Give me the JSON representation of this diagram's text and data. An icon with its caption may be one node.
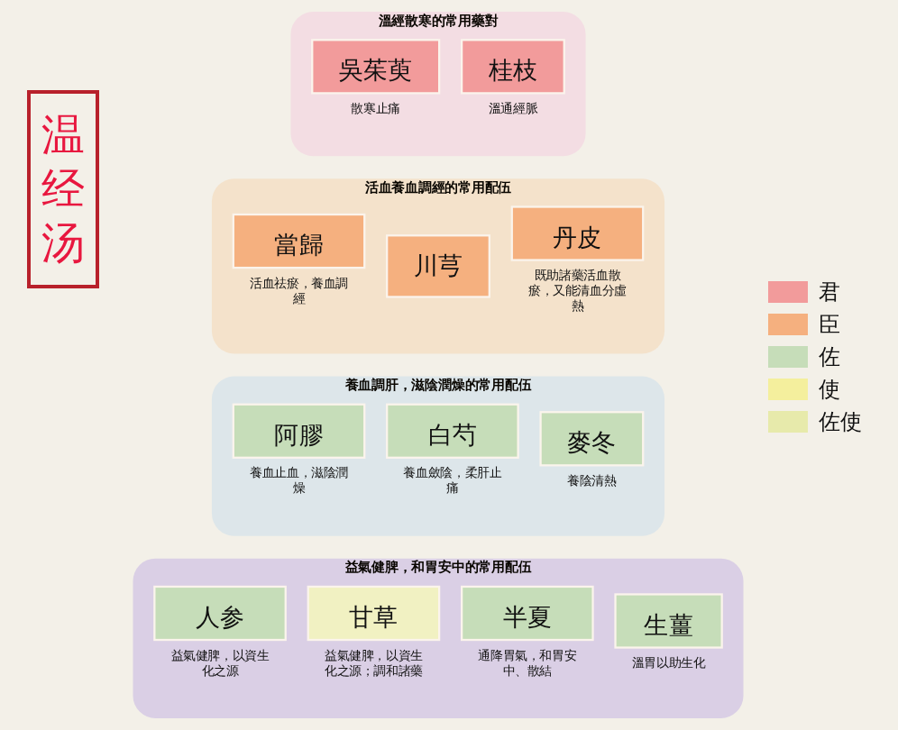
{
  "diagram": {
    "title": "温经汤",
    "nodes": [
      {
        "text": [
          "溫經散寒的常用藥對"
        ]
      },
      {
        "text": [
          "吳茱萸"
        ],
        "in": 0,
        "beside": [
          "散寒止痛"
        ]
      },
      {
        "text": [
          "桂枝"
        ],
        "in": 0,
        "beside": [
          "溫通經脈"
        ]
      },
      {
        "text": [
          "活血養血調經的常用配伍"
        ]
      },
      {
        "text": [
          "當歸"
        ],
        "in": 3,
        "beside": [
          "活血祛瘀，養血調經"
        ]
      },
      {
        "text": [
          "川芎"
        ],
        "in": 3
      },
      {
        "text": [
          "丹皮"
        ],
        "in": 3,
        "beside": [
          "既助諸藥活血散瘀，又能清血分虛熱"
        ]
      },
      {
        "text": [
          "養血調肝，滋陰潤燥的常用配伍"
        ]
      },
      {
        "text": [
          "阿膠"
        ],
        "in": 7,
        "beside": [
          "養血止血，滋陰潤燥"
        ]
      },
      {
        "text": [
          "白芍"
        ],
        "in": 7,
        "beside": [
          "養血斂陰，柔肝止痛"
        ]
      },
      {
        "text": [
          "麥冬"
        ],
        "in": 7,
        "beside": [
          "養陰清熱"
        ]
      },
      {
        "text": [
          "益氣健脾，和胃安中的常用配伍"
        ]
      },
      {
        "text": [
          "人参"
        ],
        "in": 11,
        "beside": [
          "益氣健脾，以資生化之源"
        ]
      },
      {
        "text": [
          "甘草"
        ],
        "in": 11,
        "beside": [
          "益氣健脾，以資生化之源；調和諸藥"
        ]
      },
      {
        "text": [
          "半夏"
        ],
        "in": 11,
        "beside": [
          "通降胃氣，和胃安中、散結"
        ]
      },
      {
        "text": [
          "生薑"
        ],
        "in": 11,
        "beside": [
          "溫胃以助生化"
        ]
      }
    ],
    "legend": [
      {
        "text": "君",
        "color": "#f29b9b"
      },
      {
        "text": "臣",
        "color": "#f5b07f"
      },
      {
        "text": "佐",
        "color": "#c6ddb9"
      },
      {
        "text": "使",
        "color": "#f4ef9d"
      },
      {
        "text": "佐使",
        "color": "#e7eaab"
      }
    ]
  }
}
